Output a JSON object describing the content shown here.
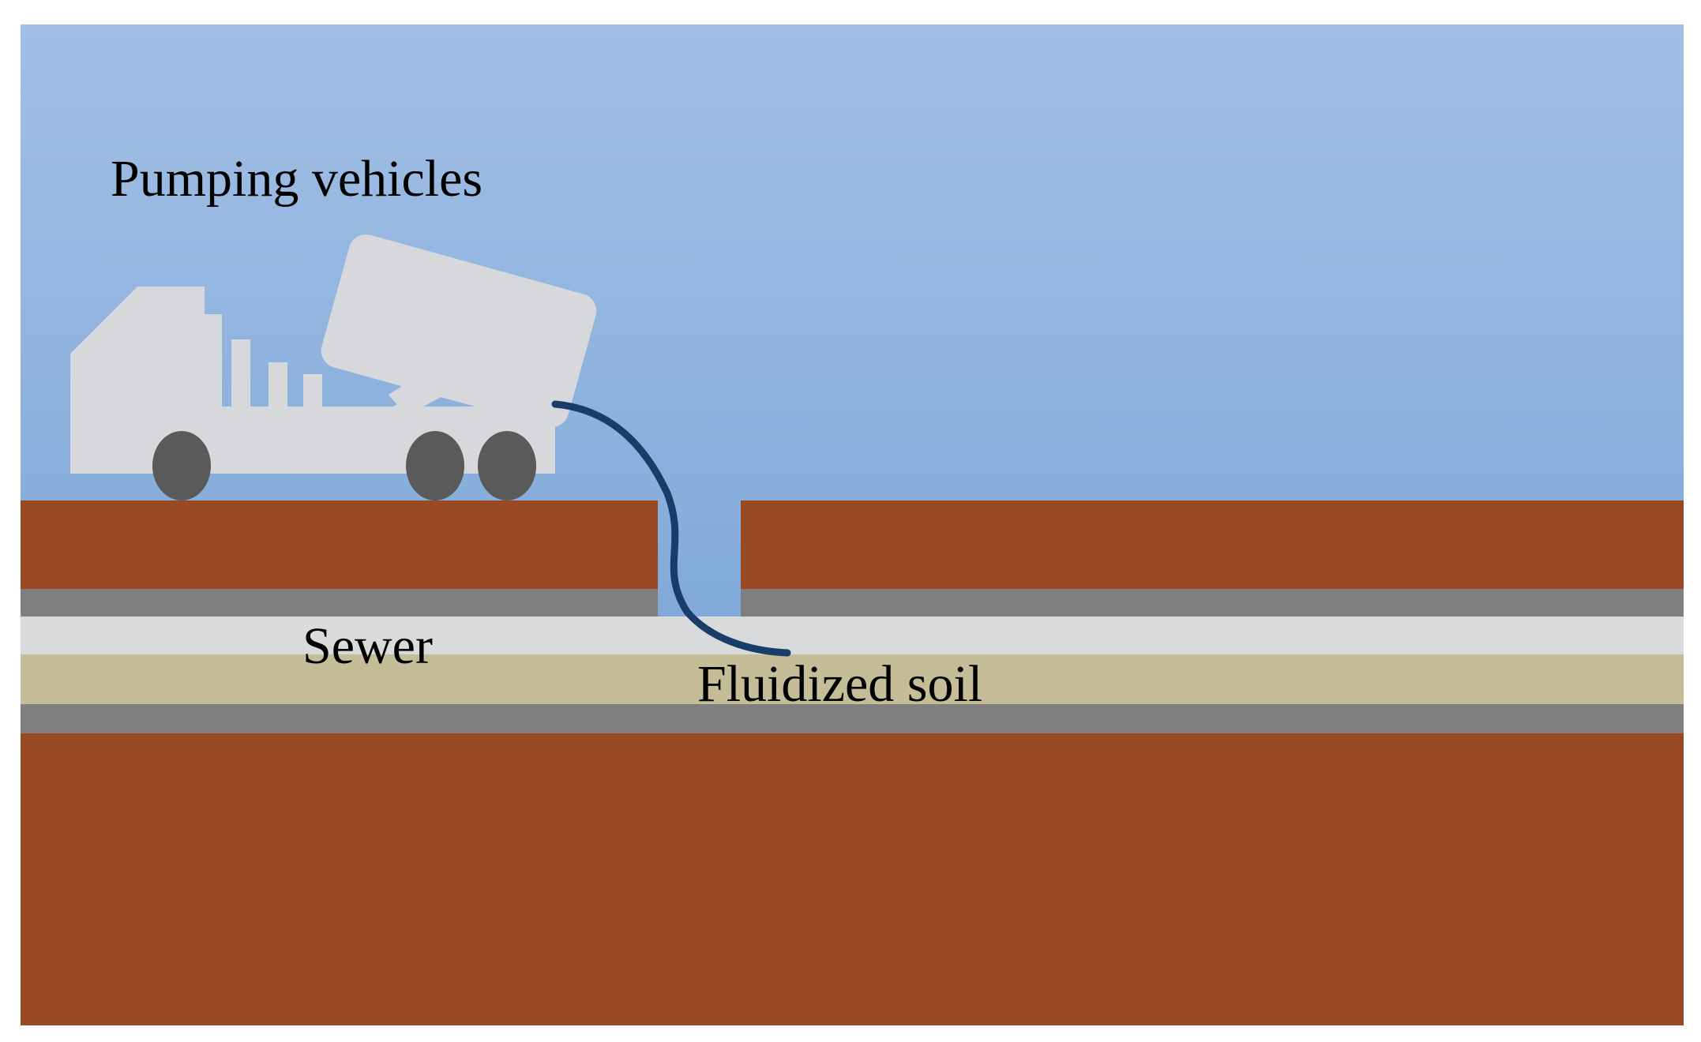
{
  "labels": {
    "pumping_vehicles": "Pumping vehicles",
    "sewer": "Sewer",
    "fluidized_soil": "Fluidized soil"
  },
  "colors": {
    "sky_top": "#a3bfe5",
    "sky_bottom": "#6a9cd2",
    "soil": "#974a23",
    "pipe_wall": "#7f7f7f",
    "sewer_space": "#d8dadc",
    "fluidized_soil": "#c4bd97",
    "vehicle": "#d6d8db",
    "wheel": "#5a5a5a",
    "hose": "#173d68"
  },
  "icons": {
    "vehicle": "pumping-truck-icon",
    "hose": "hose-icon"
  }
}
